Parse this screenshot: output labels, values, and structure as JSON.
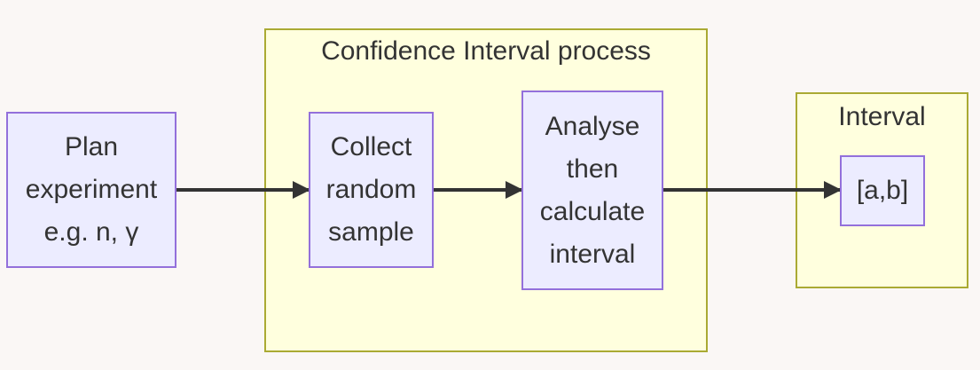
{
  "colors": {
    "background": "#faf7f5",
    "node_fill": "#ececff",
    "node_border": "#9370db",
    "cluster_fill": "#ffffde",
    "cluster_border": "#aaaa33",
    "edge": "#333333",
    "text": "#333333"
  },
  "clusters": {
    "process": {
      "title": "Confidence Interval process"
    },
    "interval": {
      "title": "Interval"
    }
  },
  "nodes": {
    "plan": {
      "label": "Plan\nexperiment\ne.g. n, γ"
    },
    "collect": {
      "label": "Collect\nrandom\nsample"
    },
    "analyse": {
      "label": "Analyse\nthen\ncalculate\ninterval"
    },
    "result": {
      "label": "[a,b]"
    }
  }
}
